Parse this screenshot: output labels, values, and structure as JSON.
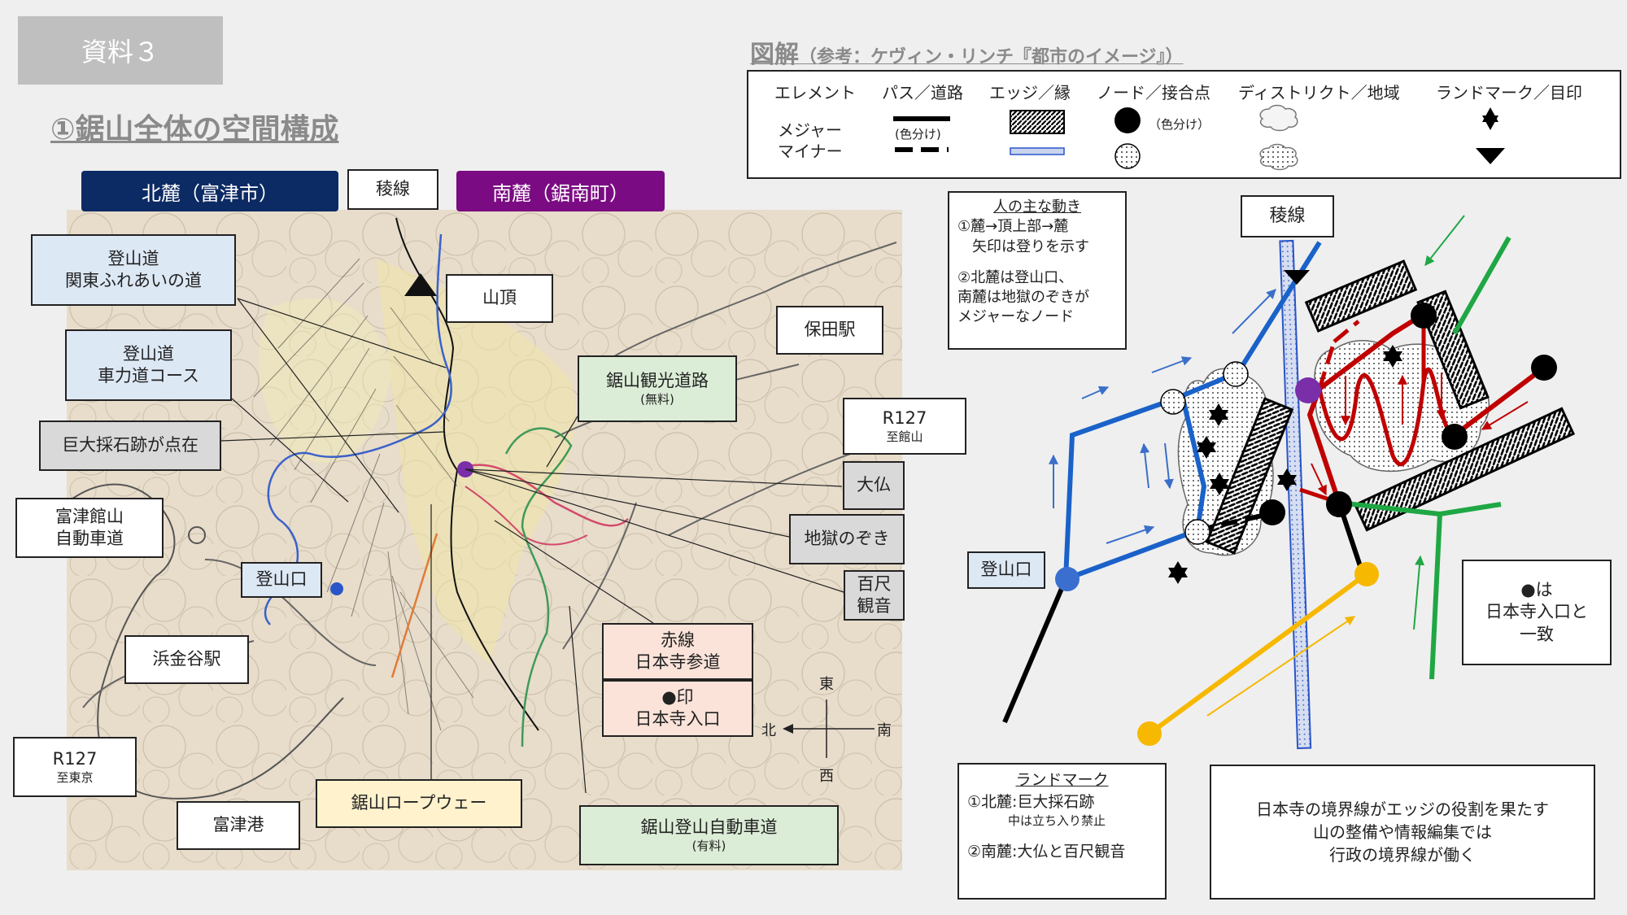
{
  "header": {
    "badge": "資料３",
    "section_title": "①鋸山全体の空間構成"
  },
  "map": {
    "north_label": "北麓（富津市）",
    "ridge_label": "稜線",
    "south_label": "南麓（鋸南町）",
    "labels": {
      "trail1_l1": "登山道",
      "trail1_l2": "関東ふれあいの道",
      "trail2_l1": "登山道",
      "trail2_l2": "車力道コース",
      "quarry": "巨大採石跡が点在",
      "futtsu_l1": "富津館山",
      "futtsu_l2": "自動車道",
      "trailhead": "登山口",
      "hamakanaya": "浜金谷駅",
      "r127n_l1": "R127",
      "r127n_l2": "至東京",
      "futtsu_port": "富津港",
      "ropeway": "鋸山ロープウェー",
      "summit": "山頂",
      "hota": "保田駅",
      "tourist_l1": "鋸山観光道路",
      "tourist_l2": "(無料)",
      "r127s_l1": "R127",
      "r127s_l2": "至館山",
      "daibutsu": "大仏",
      "jigoku": "地獄のぞき",
      "hyakushaku_l1": "百尺",
      "hyakushaku_l2": "観音",
      "red_l1": "赤線",
      "red_l2": "日本寺参道",
      "dot_l1": "●印",
      "dot_l2": "日本寺入口",
      "climb_l1": "鋸山登山自動車道",
      "climb_l2": "(有料)"
    },
    "compass": {
      "east": "東",
      "west": "西",
      "north": "北",
      "south": "南"
    },
    "colors": {
      "north": "#0c2a63",
      "south": "#7a0b82"
    }
  },
  "legend": {
    "title": "図解",
    "title_ref": "（参考：ケヴィン・リンチ『都市のイメージ』）",
    "col_element": "エレメント",
    "col_path": "パス／道路",
    "col_edge": "エッジ／縁",
    "col_node": "ノード／接合点",
    "col_district": "ディストリクト／地域",
    "col_landmark": "ランドマーク／目印",
    "row_major": "メジャー",
    "row_minor": "マイナー",
    "color_note": "(色分け)",
    "color_note2": "（色分け）"
  },
  "diagram": {
    "movement_title": "人の主な動き",
    "movement_lines": [
      "①麓→頂上部→麓",
      "　矢印は登りを示す",
      "",
      "②北麓は登山口、",
      "南麓は地獄のぞきが",
      "メジャーなノード"
    ],
    "ridge_label": "稜線",
    "trailhead": "登山口",
    "dot_note": [
      "●は",
      "日本寺入口と",
      "一致"
    ],
    "landmark_title": "ランドマーク",
    "landmark_l1": "①北麓:巨大採石跡",
    "landmark_l2": "中は立ち入り禁止",
    "landmark_l3": "②南麓:大仏と百尺観音",
    "edge_note": [
      "日本寺の境界線がエッジの役割を果たす",
      "山の整備や情報編集では",
      "行政の境界線が働く"
    ]
  }
}
